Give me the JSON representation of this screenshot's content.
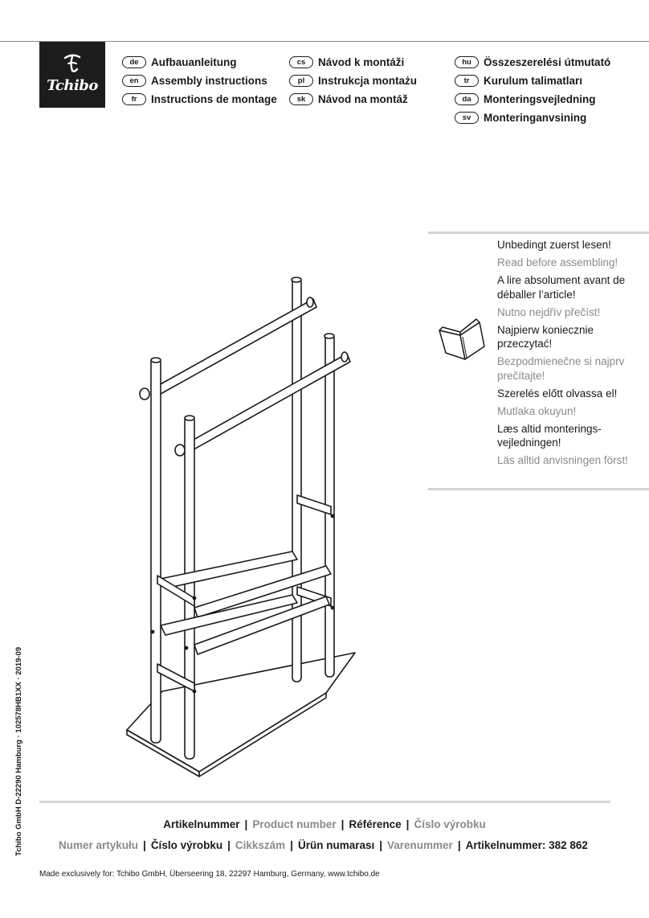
{
  "brand": {
    "logo_text": "Tchibo"
  },
  "languages": [
    [
      {
        "code": "de",
        "label": "Aufbauanleitung"
      },
      {
        "code": "en",
        "label": "Assembly instructions"
      },
      {
        "code": "fr",
        "label": "Instructions de montage"
      }
    ],
    [
      {
        "code": "cs",
        "label": "Návod k montáži"
      },
      {
        "code": "pl",
        "label": "Instrukcja montażu"
      },
      {
        "code": "sk",
        "label": "Návod na montáž"
      }
    ],
    [
      {
        "code": "hu",
        "label": "Összeszerelési útmutató"
      },
      {
        "code": "tr",
        "label": "Kurulum talimatları"
      },
      {
        "code": "da",
        "label": "Monteringsvejledning"
      },
      {
        "code": "sv",
        "label": "Monteringanvsining"
      }
    ]
  ],
  "read_first": {
    "icon": "open-book-icon",
    "lines": [
      {
        "text": "Unbedingt zuerst lesen!",
        "tone": "dark"
      },
      {
        "text": "Read before assembling!",
        "tone": "grey"
      },
      {
        "text": "A lire absolument avant de déballer l’article!",
        "tone": "dark"
      },
      {
        "text": "Nutno nejdřív přečíst!",
        "tone": "grey"
      },
      {
        "text": "Najpierw koniecznie przeczytać!",
        "tone": "dark"
      },
      {
        "text": "Bezpodmienečne si najprv prečítajte!",
        "tone": "grey"
      },
      {
        "text": "Szerelés előtt olvassa el!",
        "tone": "dark"
      },
      {
        "text": "Mutlaka okuyun!",
        "tone": "grey"
      },
      {
        "text": "Læs altid monterings-vejledningen!",
        "tone": "dark"
      },
      {
        "text": "Läs alltid anvisningen först!",
        "tone": "grey"
      }
    ]
  },
  "side_text": "Tchibo GmbH D-22290 Hamburg · 102578HB1XX · 2019-09",
  "article": {
    "line1": [
      {
        "text": "Artikelnummer",
        "tone": "dark"
      },
      {
        "text": "Product number",
        "tone": "grey"
      },
      {
        "text": "Référence",
        "tone": "dark"
      },
      {
        "text": "Číslo výrobku",
        "tone": "grey"
      }
    ],
    "line2": [
      {
        "text": "Numer artykułu",
        "tone": "grey"
      },
      {
        "text": "Číslo výrobku",
        "tone": "dark"
      },
      {
        "text": "Cikkszám",
        "tone": "grey"
      },
      {
        "text": "Ürün numarası",
        "tone": "dark"
      },
      {
        "text": "Varenummer",
        "tone": "grey"
      },
      {
        "text": "Artikelnummer: 382 862",
        "tone": "dark"
      }
    ]
  },
  "made_for": "Made exclusively for:  Tchibo GmbH, Überseering 18, 22297 Hamburg, Germany, www.tchibo.de"
}
